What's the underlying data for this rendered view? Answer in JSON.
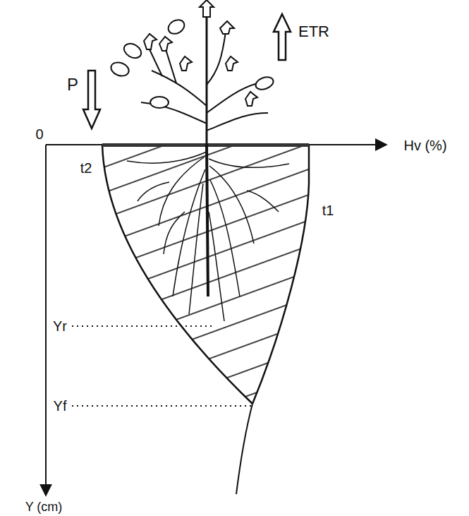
{
  "diagram": {
    "labels": [
      "P",
      "ETR",
      "0",
      "Hv (%)",
      "t2",
      "t1",
      "Yr",
      "Yf",
      "Y (cm)"
    ]
  }
}
